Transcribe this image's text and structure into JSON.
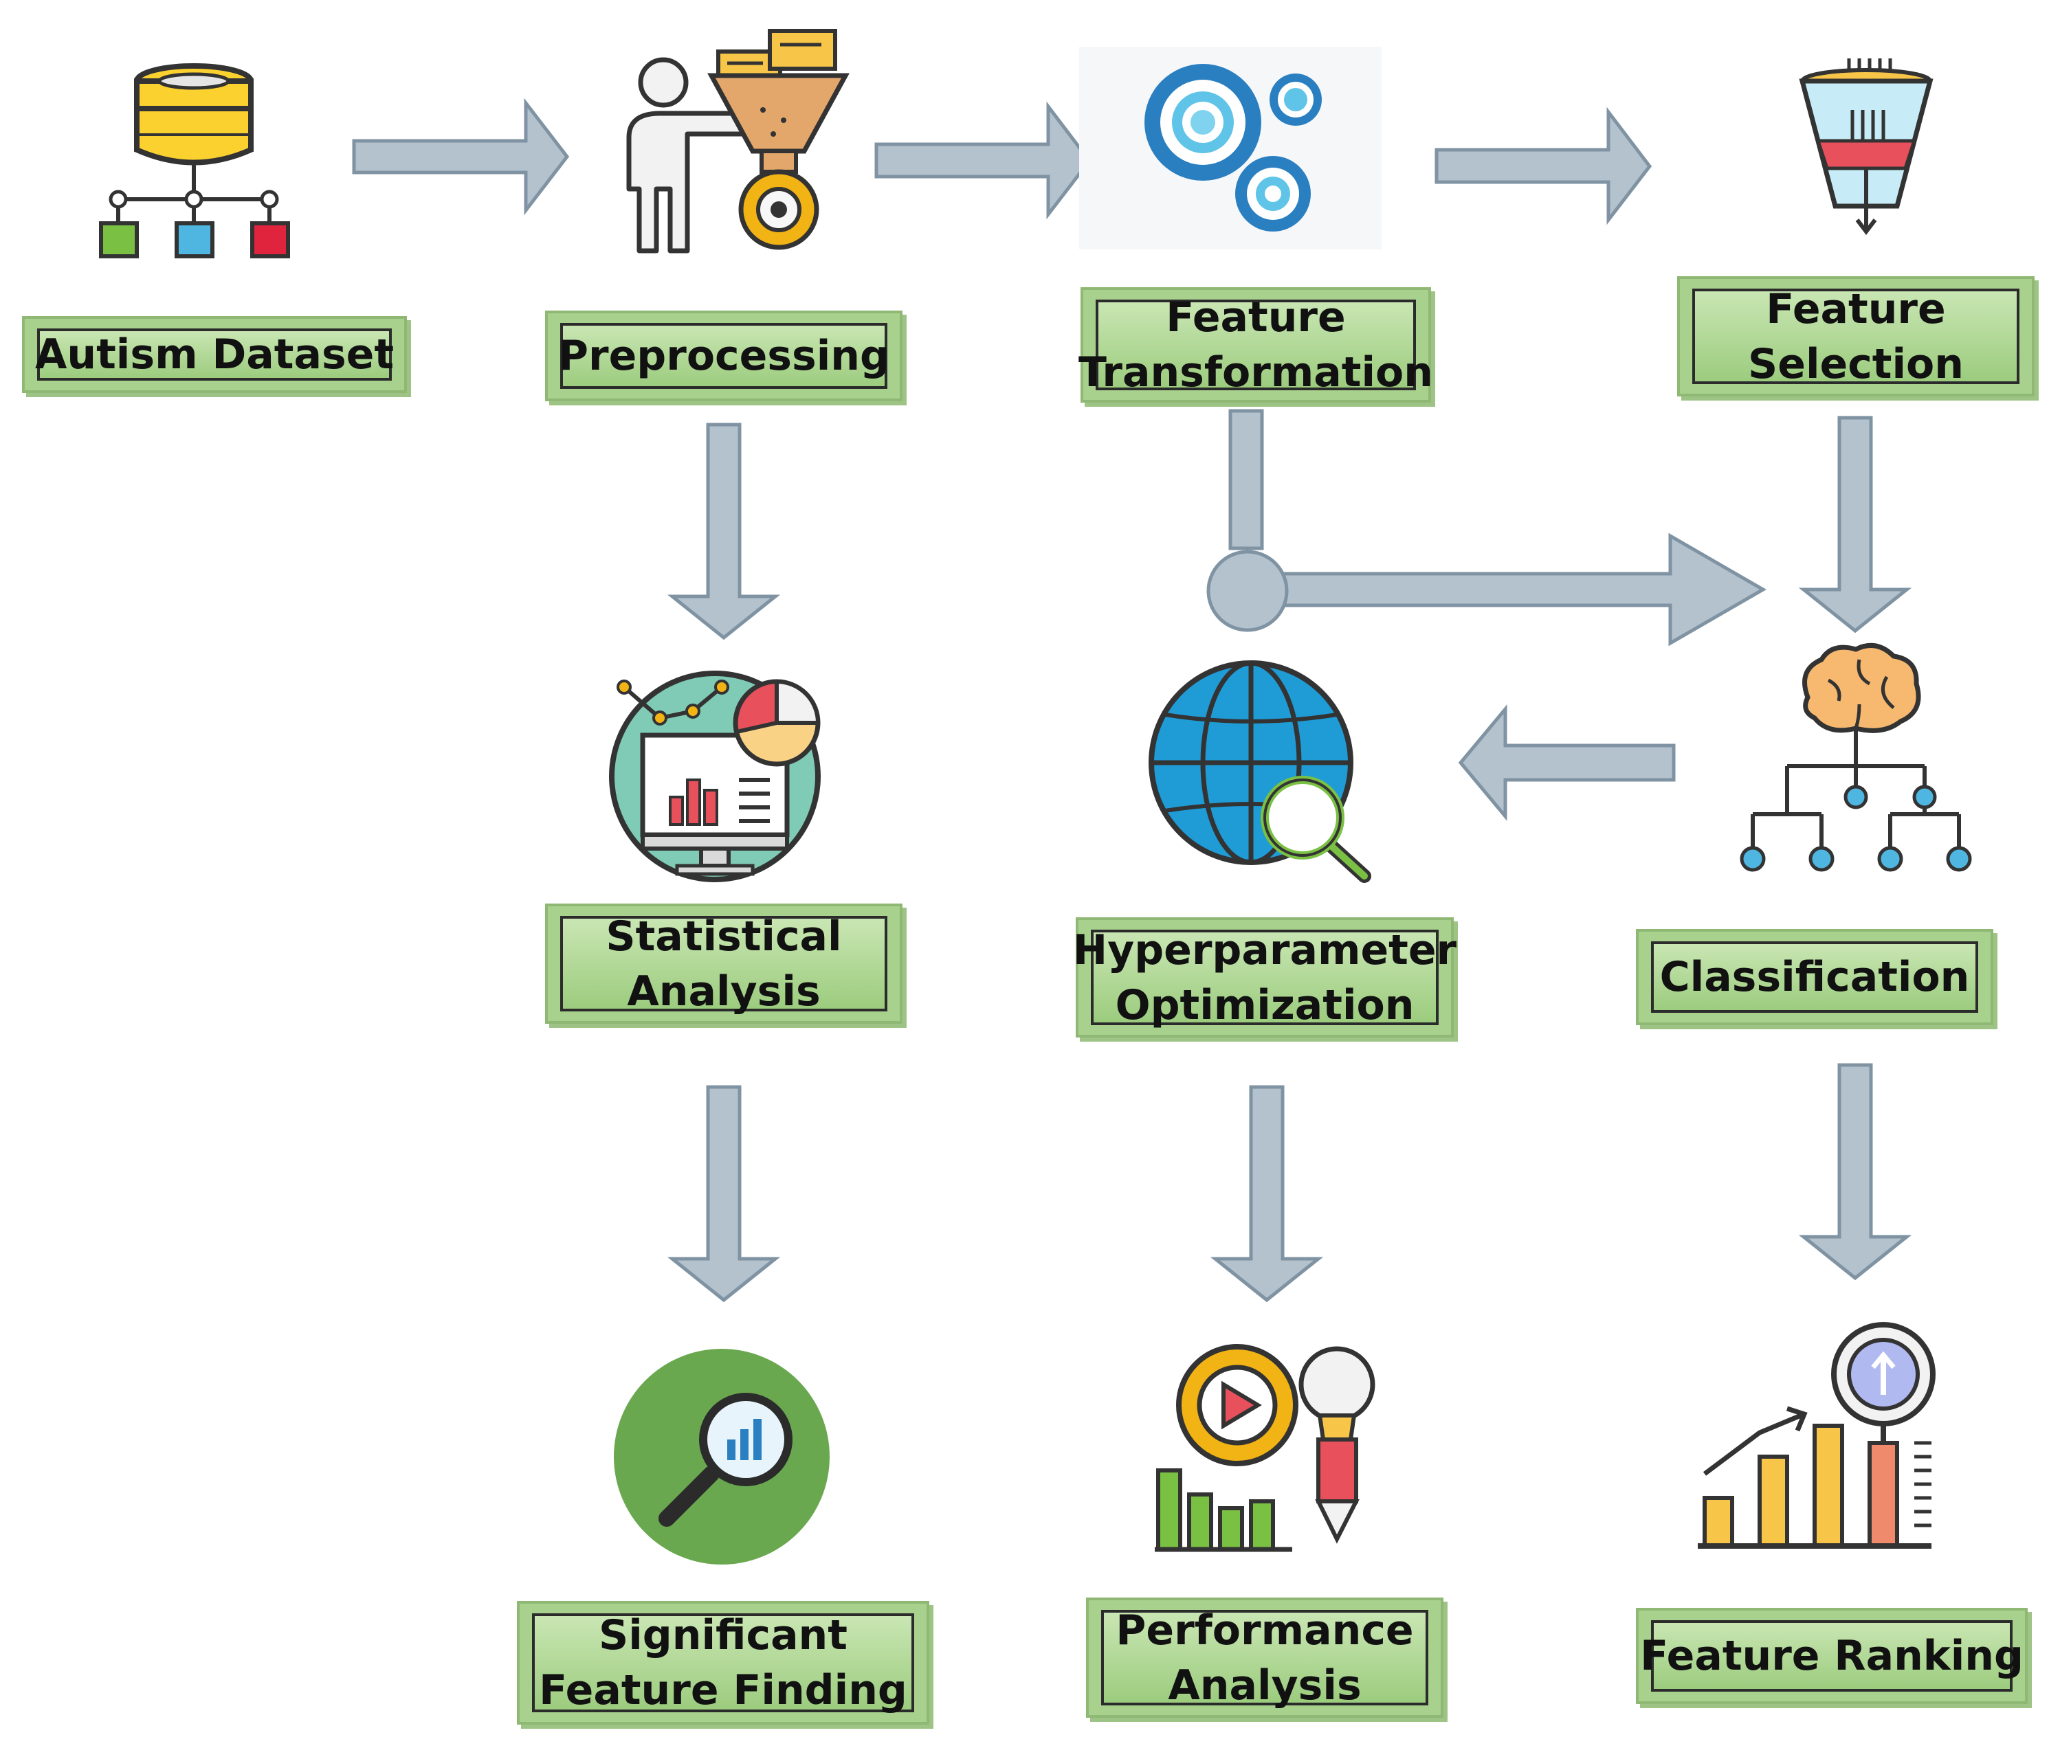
{
  "nodes": {
    "autism_dataset": "Autism Dataset",
    "preprocessing": "Preprocessing",
    "feature_transformation_1": "Feature",
    "feature_transformation_2": "Transformation",
    "feature_selection_1": "Feature",
    "feature_selection_2": "Selection",
    "statistical_analysis_1": "Statistical",
    "statistical_analysis_2": "Analysis",
    "hyperparameter_1": "Hyperparameter",
    "hyperparameter_2": "Optimization",
    "classification": "Classification",
    "significant_1": "Significant",
    "significant_2": "Feature Finding",
    "performance_1": "Performance",
    "performance_2": "Analysis",
    "feature_ranking": "Feature Ranking"
  },
  "colors": {
    "label_fill": "#a9d18e",
    "arrow_fill": "#b4c2ce",
    "arrow_stroke": "#7f93a3"
  },
  "icons": {
    "dataset": "database-hierarchy-icon",
    "preprocessing": "person-funnel-gear-icon",
    "transformation": "gears-icon",
    "selection": "filter-funnel-icon",
    "statistics": "monitor-chart-icon",
    "hyperparameter": "globe-search-icon",
    "classification": "brain-tree-icon",
    "significant": "magnifier-chart-icon",
    "performance": "gear-play-bulb-icon",
    "ranking": "bar-chart-magnifier-icon"
  }
}
